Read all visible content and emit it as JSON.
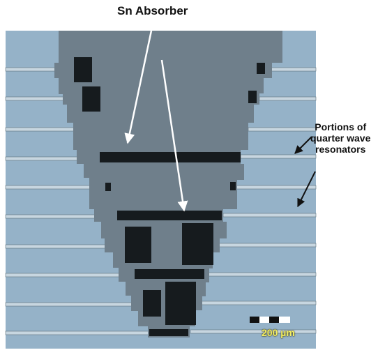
{
  "figure": {
    "title_label": "Sn Absorber",
    "resonator_label_line1": "Portions of",
    "resonator_label_line2": "quarter wave",
    "resonator_label_line3": "resonators",
    "scale_bar_text": "200 µm"
  },
  "colors": {
    "background": "#95b2c8",
    "island": "#6f7f8b",
    "absorber": "#161b1e",
    "line": "#c7d6e0",
    "annotation": "#ffffff",
    "scale_text": "#f5f066"
  }
}
